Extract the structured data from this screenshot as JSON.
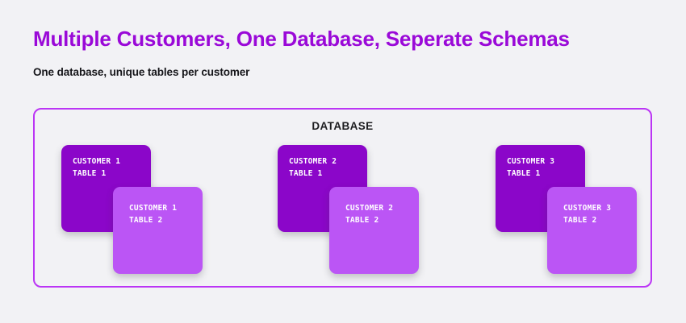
{
  "header": {
    "title": "Multiple Customers, One Database, Seperate Schemas",
    "subtitle": "One database, unique tables per customer"
  },
  "database": {
    "label": "DATABASE",
    "border_color": "#bb35f5"
  },
  "colors": {
    "background": "#f2f2f5",
    "title": "#9a09d8",
    "subtitle": "#16161a",
    "card_dark": "#8b06c9",
    "card_light": "#bb55f5",
    "card_text": "#ffffff"
  },
  "groups": [
    {
      "name": "customer-1",
      "cards": [
        {
          "line1": "CUSTOMER 1",
          "line2": "TABLE 1",
          "shade": "dark"
        },
        {
          "line1": "CUSTOMER 1",
          "line2": "TABLE 2",
          "shade": "light"
        }
      ]
    },
    {
      "name": "customer-2",
      "cards": [
        {
          "line1": "CUSTOMER 2",
          "line2": "TABLE 1",
          "shade": "dark"
        },
        {
          "line1": "CUSTOMER 2",
          "line2": "TABLE 2",
          "shade": "light"
        }
      ]
    },
    {
      "name": "customer-3",
      "cards": [
        {
          "line1": "CUSTOMER 3",
          "line2": "TABLE 1",
          "shade": "dark"
        },
        {
          "line1": "CUSTOMER 3",
          "line2": "TABLE 2",
          "shade": "light"
        }
      ]
    }
  ]
}
